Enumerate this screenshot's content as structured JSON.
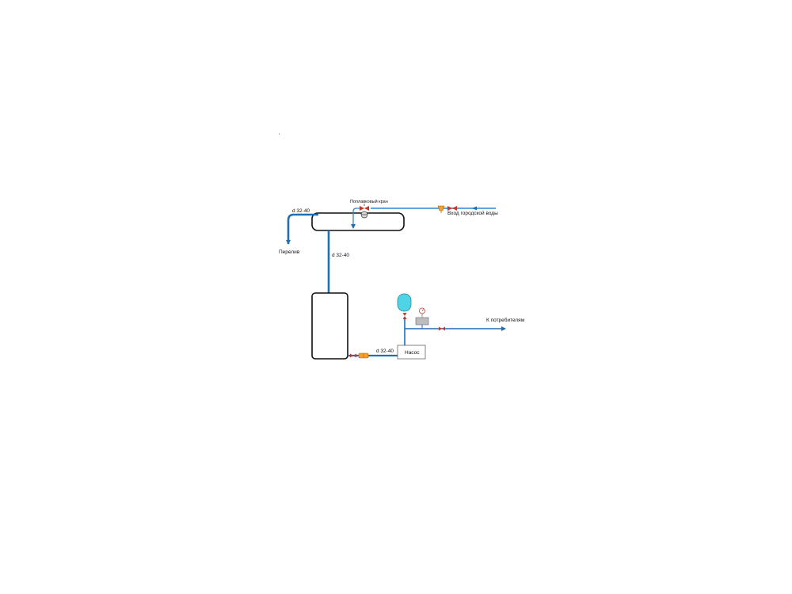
{
  "labels": {
    "float_valve": "Поплавковый кран",
    "city_water_inlet": "Вход городской воды",
    "overflow_pipe_diameter": "d 32-40",
    "overflow": "Перелив",
    "riser_diameter": "d 32-40",
    "pump_line_diameter": "d 32-40",
    "pump": "Насос",
    "to_consumers": "К потребителям",
    "stray_mark": "'"
  },
  "colors": {
    "pipe_blue": "#1f6fb5",
    "pipe_light_blue": "#2f86d1",
    "tank_outline": "#111111",
    "valve_red": "#c0392b",
    "filter_orange": "#f0a030",
    "membrane_tank": "#4fd3e6",
    "pressure_switch": "#bdbdbd"
  }
}
